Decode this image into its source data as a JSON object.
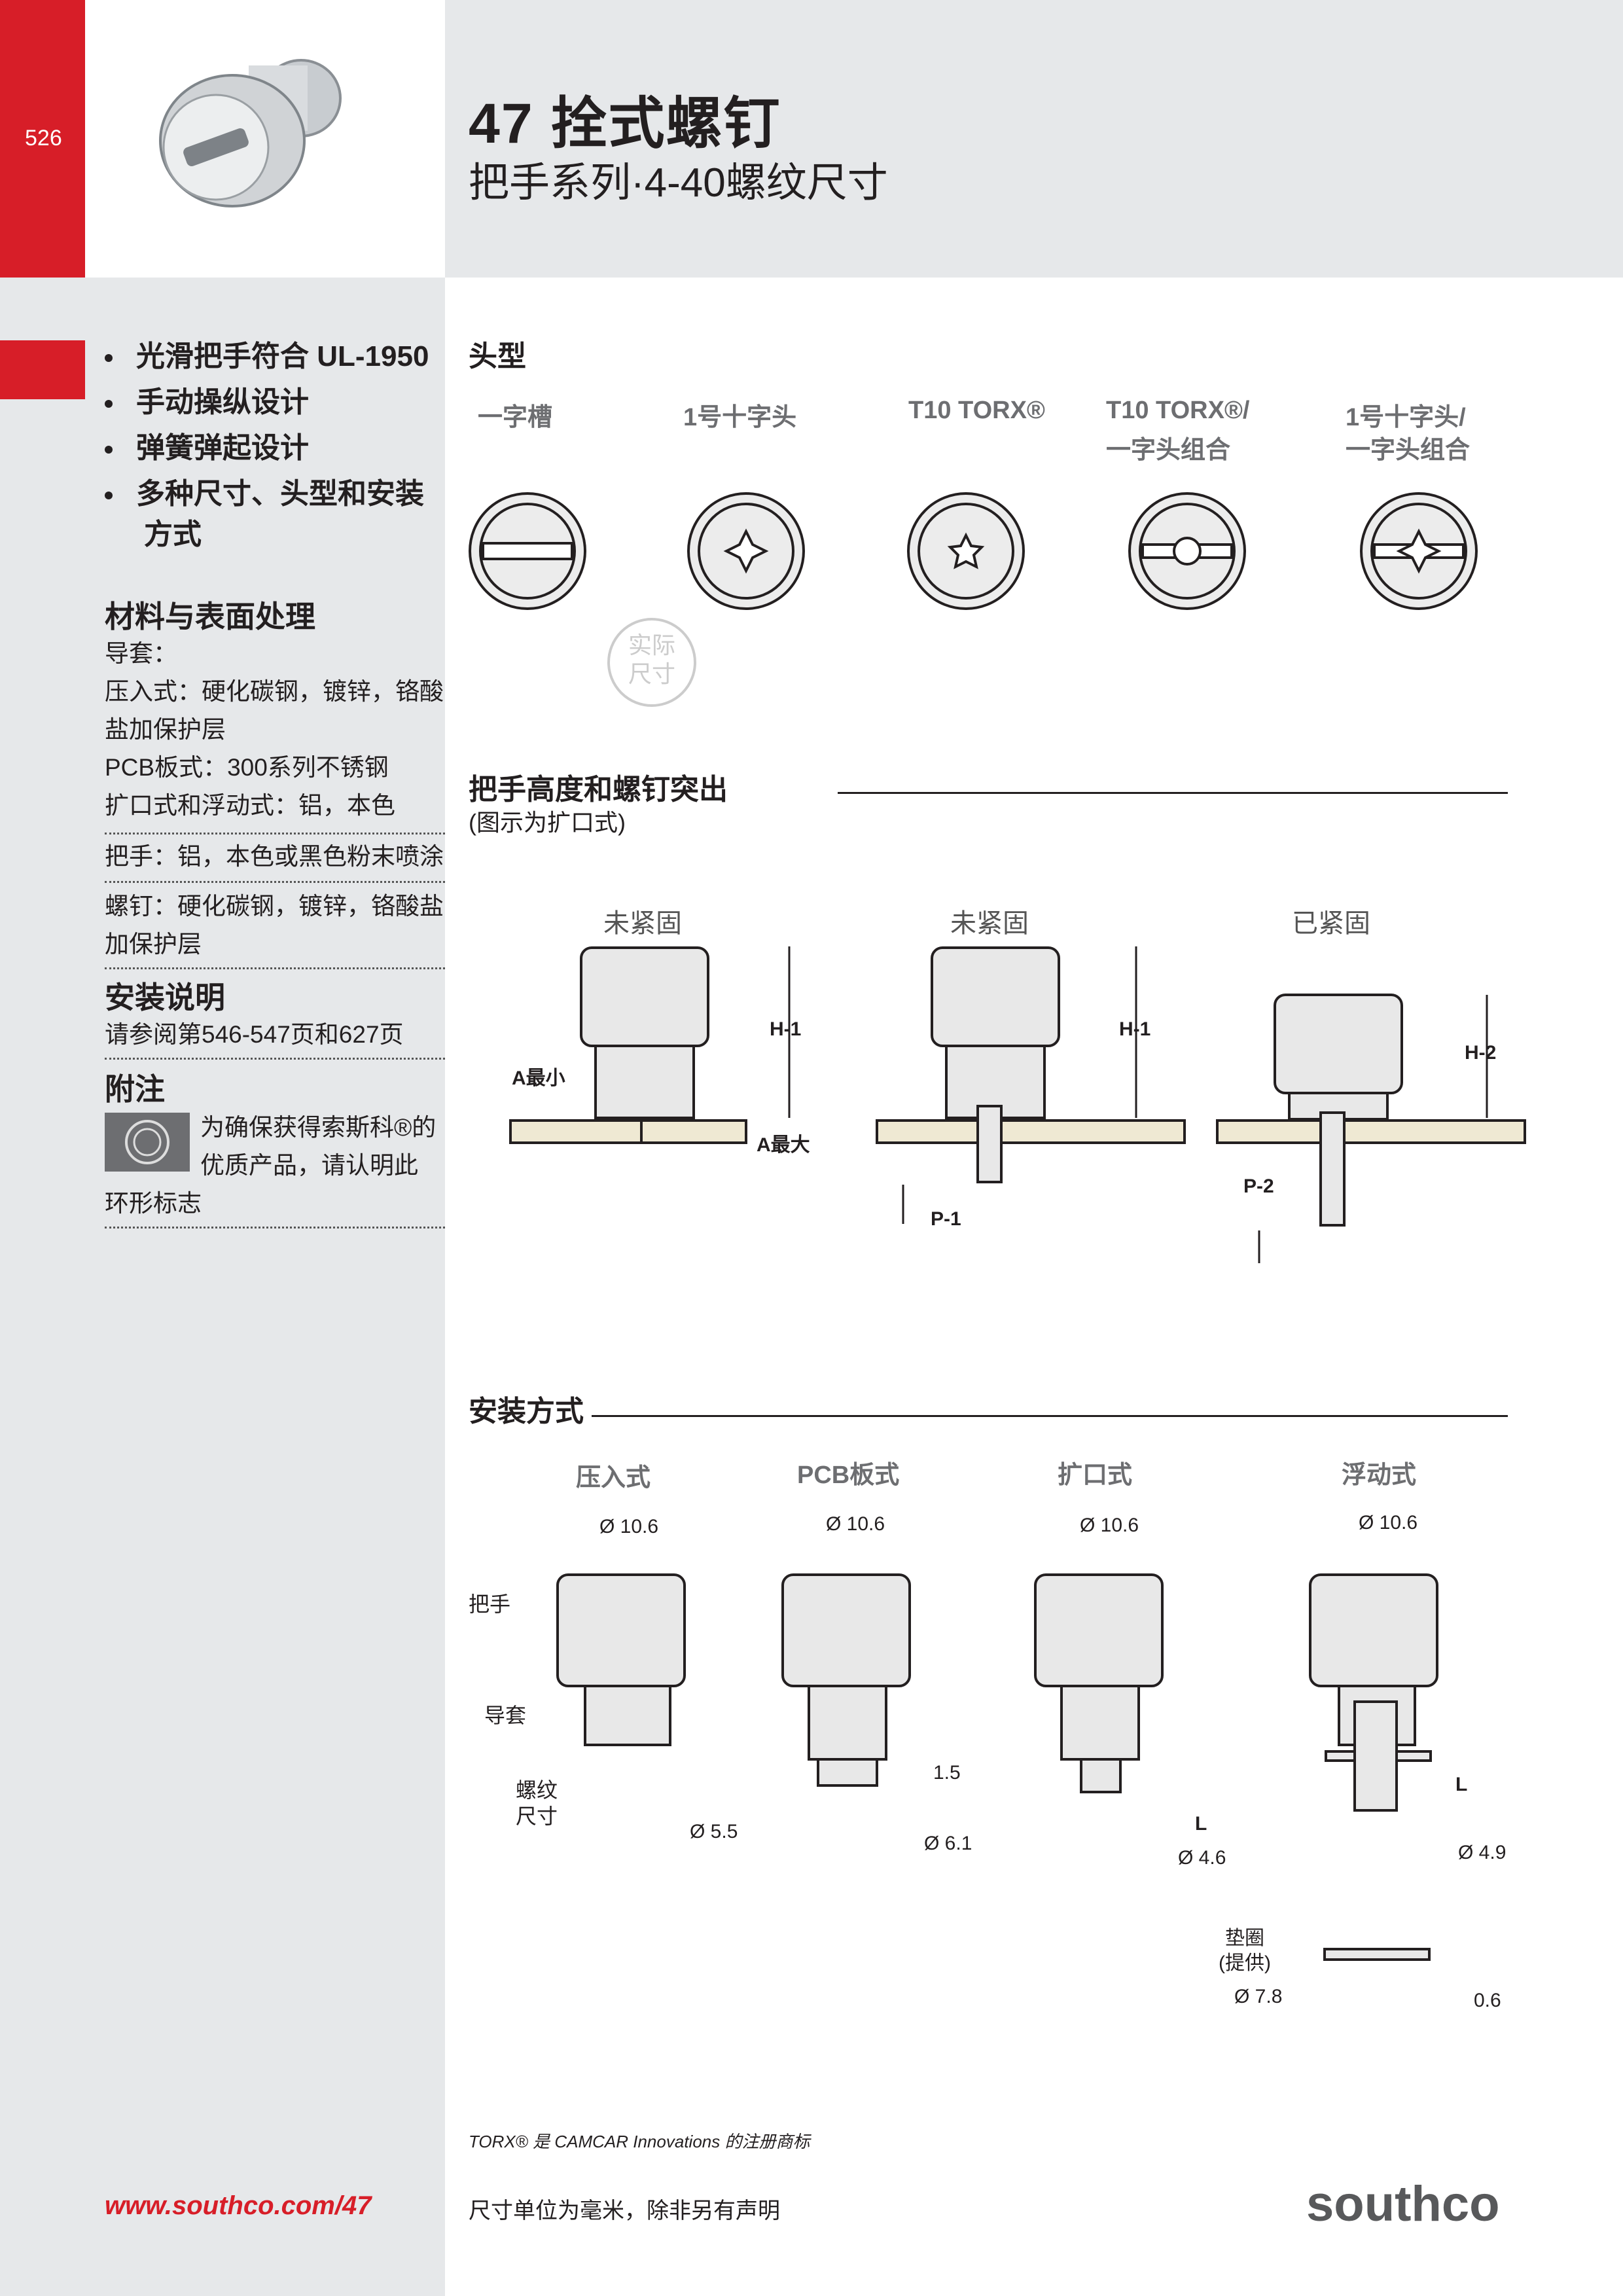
{
  "page_number": "526",
  "title": "47 拴式螺钉",
  "subtitle": "把手系列·4-40螺纹尺寸",
  "features": [
    "光滑把手符合 UL-1950",
    "手动操纵设计",
    "弹簧弹起设计",
    "多种尺寸、头型和安装",
    "方式"
  ],
  "materials": {
    "heading": "材料与表面处理",
    "lines": [
      "导套：",
      "压入式：硬化碳钢，镀锌，铬酸",
      "盐加保护层",
      "PCB板式：300系列不锈钢",
      "扩口式和浮动式：铝，本色"
    ],
    "handle": "把手：铝，本色或黑色粉末喷涂",
    "screw": [
      "螺钉：硬化碳钢，镀锌，铬酸盐",
      "加保护层"
    ]
  },
  "install_note": {
    "heading": "安装说明",
    "text": "请参阅第546-547页和627页"
  },
  "notes": {
    "heading": "附注",
    "lines": [
      "为确保获得索斯科®的",
      "优质产品，请认明此",
      "环形标志"
    ]
  },
  "head_types": {
    "heading": "头型",
    "items": [
      {
        "label1": "一字槽",
        "label2": ""
      },
      {
        "label1": "1号十字头",
        "label2": ""
      },
      {
        "label1": "T10 TORX®",
        "label2": ""
      },
      {
        "label1": "T10 TORX®/",
        "label2": "一字头组合"
      },
      {
        "label1": "1号十字头/",
        "label2": "一字头组合"
      }
    ],
    "actual_size": [
      "实际",
      "尺寸"
    ]
  },
  "height_section": {
    "heading": "把手高度和螺钉突出",
    "sub": "(图示为扩口式)",
    "states": [
      "未紧固",
      "未紧固",
      "已紧固"
    ],
    "dims": {
      "h1": "H-1",
      "h2": "H-2",
      "p1": "P-1",
      "p2": "P-2",
      "a_min": "A最小",
      "a_max": "A最大"
    }
  },
  "install_methods": {
    "heading": "安装方式",
    "types": [
      "压入式",
      "PCB板式",
      "扩口式",
      "浮动式"
    ],
    "dia_top": "Ø 10.6",
    "callouts": {
      "handle": "把手",
      "sleeve": "导套",
      "thread1": "螺纹",
      "thread2": "尺寸"
    },
    "dims": {
      "press_d": "Ø 5.5",
      "pcb_h": "1.5",
      "pcb_d": "Ø 6.1",
      "flare_l": "L",
      "flare_d": "Ø 4.6",
      "float_l": "L",
      "float_d": "Ø 4.9"
    },
    "washer": {
      "label1": "垫圈",
      "label2": "(提供)",
      "d": "Ø 7.8",
      "t": "0.6"
    }
  },
  "footer": {
    "torx_note": "TORX® 是 CAMCAR Innovations 的注册商标",
    "units_note": "尺寸单位为毫米，除非另有声明",
    "url": "www.southco.com/47",
    "brand": "southco"
  },
  "colors": {
    "brand_red": "#d71e28",
    "panel_gray": "#e6e8ea",
    "text": "#231f20"
  }
}
